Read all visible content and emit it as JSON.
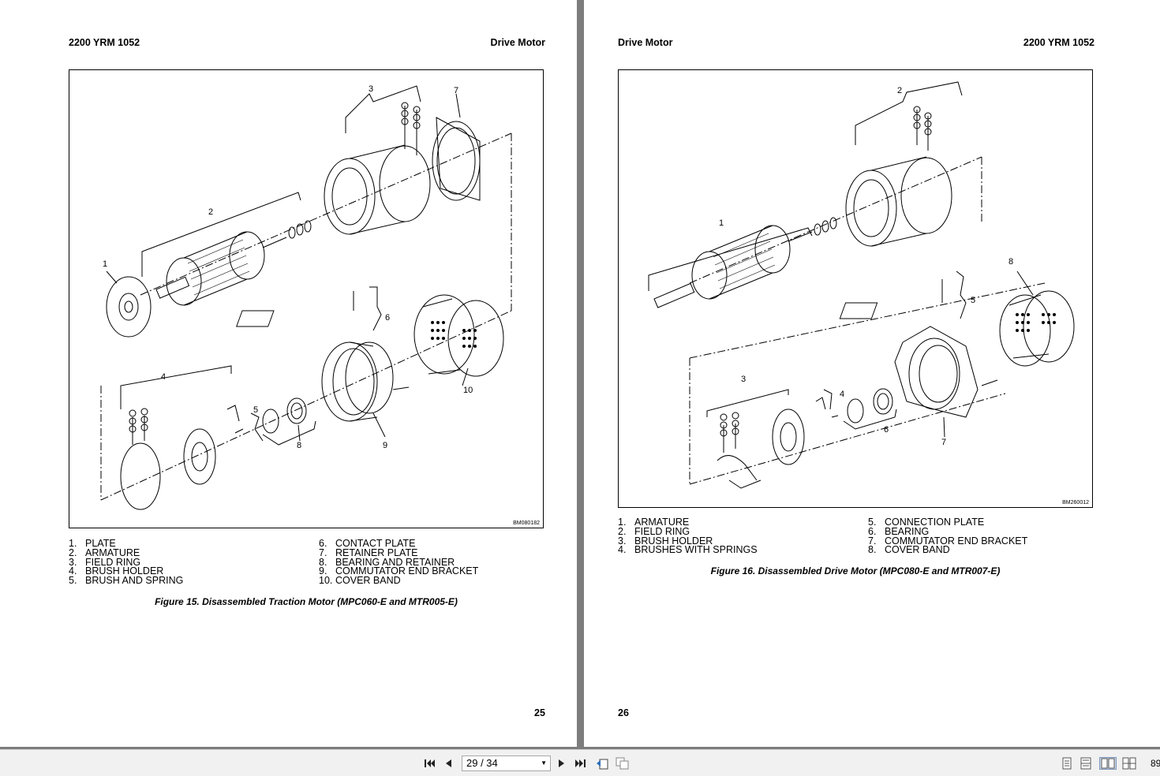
{
  "left_page": {
    "header_left": "2200 YRM 1052",
    "header_right": "Drive Motor",
    "figure_code": "BM080182",
    "callouts": [
      "1",
      "2",
      "3",
      "4",
      "5",
      "6",
      "7",
      "8",
      "9",
      "10"
    ],
    "legend_col1": [
      {
        "num": "1.",
        "text": "PLATE"
      },
      {
        "num": "2.",
        "text": "ARMATURE"
      },
      {
        "num": "3.",
        "text": "FIELD RING"
      },
      {
        "num": "4.",
        "text": "BRUSH HOLDER"
      },
      {
        "num": "5.",
        "text": "BRUSH AND SPRING"
      }
    ],
    "legend_col2": [
      {
        "num": "6.",
        "text": "CONTACT PLATE"
      },
      {
        "num": "7.",
        "text": "RETAINER PLATE"
      },
      {
        "num": "8.",
        "text": "BEARING AND RETAINER"
      },
      {
        "num": "9.",
        "text": "COMMUTATOR END BRACKET"
      },
      {
        "num": "10.",
        "text": "COVER BAND"
      }
    ],
    "caption": "Figure 15.  Disassembled Traction Motor (MPC060-E and MTR005-E)",
    "page_number": "25"
  },
  "right_page": {
    "header_left": "Drive Motor",
    "header_right": "2200 YRM 1052",
    "figure_code": "BM260012",
    "callouts": [
      "1",
      "2",
      "3",
      "4",
      "5",
      "6",
      "7",
      "8"
    ],
    "legend_col1": [
      {
        "num": "1.",
        "text": "ARMATURE"
      },
      {
        "num": "2.",
        "text": "FIELD RING"
      },
      {
        "num": "3.",
        "text": "BRUSH HOLDER"
      },
      {
        "num": "4.",
        "text": "BRUSHES WITH SPRINGS"
      }
    ],
    "legend_col2": [
      {
        "num": "5.",
        "text": "CONNECTION PLATE"
      },
      {
        "num": "6.",
        "text": "BEARING"
      },
      {
        "num": "7.",
        "text": "COMMUTATOR END BRACKET"
      },
      {
        "num": "8.",
        "text": "COVER BAND"
      }
    ],
    "caption": "Figure 16.  Disassembled Drive Motor (MPC080-E and MTR007-E)",
    "page_number": "26"
  },
  "toolbar": {
    "page_indicator": "29 / 34",
    "zoom": "89",
    "icons": [
      "first-page-icon",
      "prev-page-icon",
      "next-page-icon",
      "last-page-icon",
      "rotate-icon",
      "copy-icon",
      "single-page-icon",
      "continuous-icon",
      "two-page-icon",
      "two-page-continuous-icon"
    ]
  }
}
